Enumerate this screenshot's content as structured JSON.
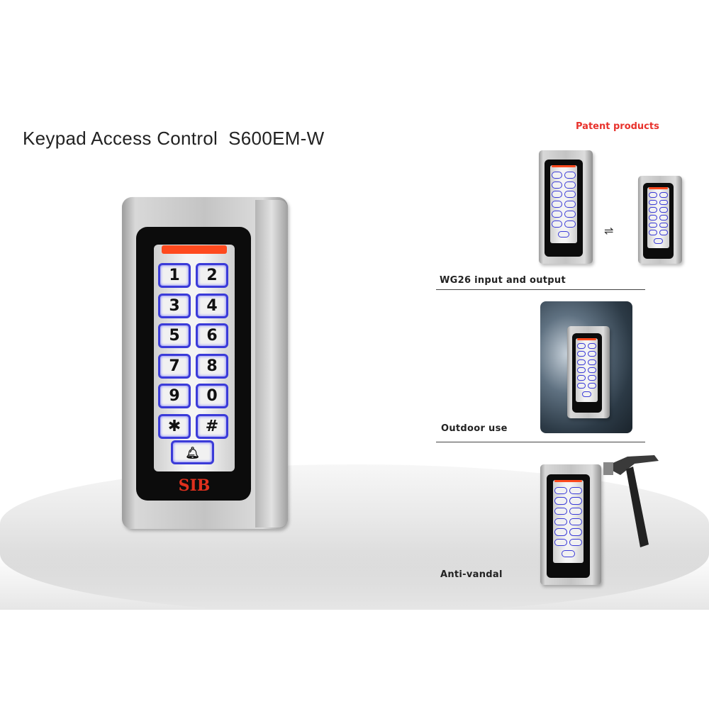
{
  "title": "Keypad Access Control  S600EM-W",
  "patent_label": "Patent products",
  "brand_logo": "SIB",
  "keypad": {
    "keys": [
      "1",
      "2",
      "3",
      "4",
      "5",
      "6",
      "7",
      "8",
      "9",
      "0",
      "✱",
      "#"
    ],
    "bell_icon": "bell-icon"
  },
  "features": [
    {
      "label": "WG26 input and output"
    },
    {
      "label": "Outdoor use"
    },
    {
      "label": "Anti-vandal"
    }
  ],
  "colors": {
    "accent_red": "#e8322c",
    "key_backlight": "#3b3bd8",
    "led": "#ff4a1e"
  }
}
